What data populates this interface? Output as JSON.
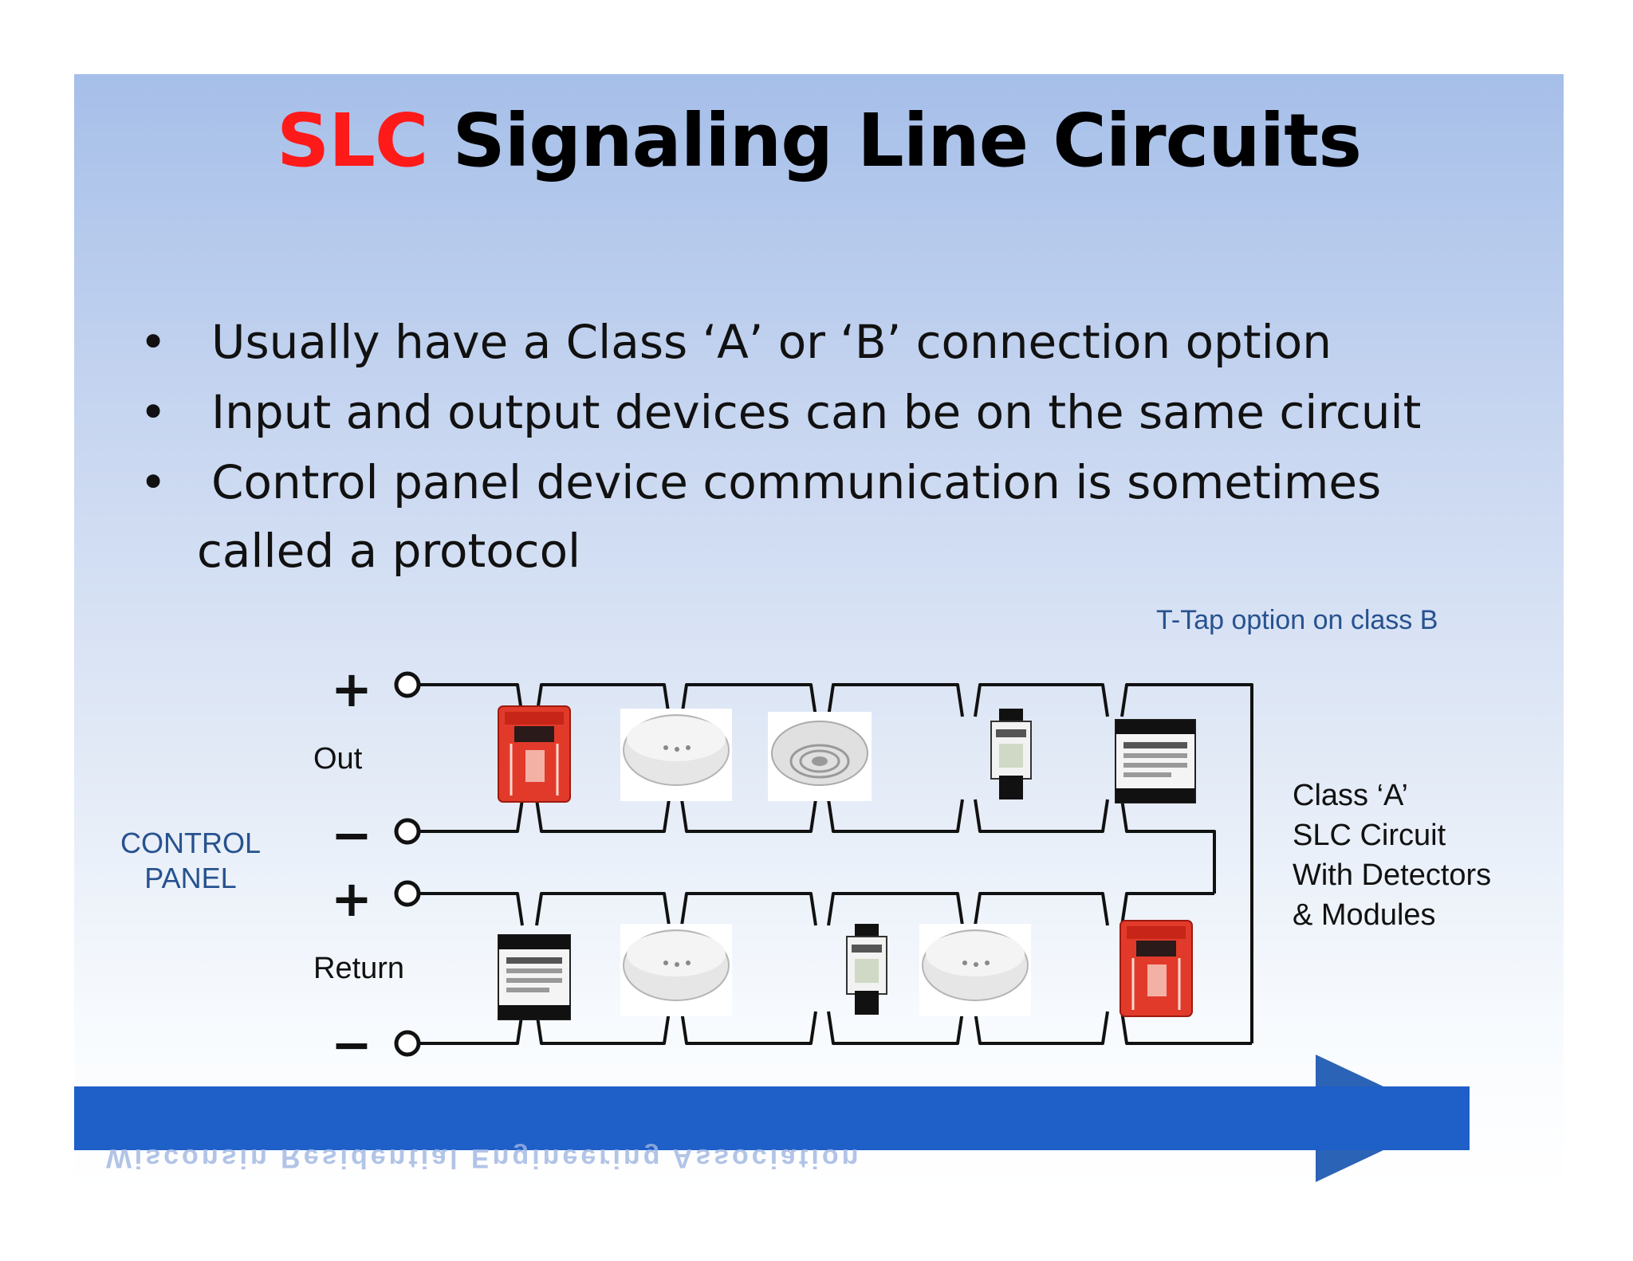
{
  "title": {
    "acronym": "SLC",
    "text": "Signaling Line Circuits"
  },
  "bullets": [
    {
      "text": "Usually have a Class ‘A’ or ‘B’ connection option"
    },
    {
      "text": "Input and output devices can be on the same circuit"
    },
    {
      "text": "Control panel device communication is sometimes",
      "continuation": "called a protocol"
    }
  ],
  "bullet_symbol": "•",
  "diagram": {
    "ttap_note": "T-Tap option on class B",
    "control_panel": [
      "CONTROL",
      "PANEL"
    ],
    "out_label": "Out",
    "return_label": "Return",
    "plus": "+",
    "minus": "−",
    "class_a_label": [
      "Class ‘A’",
      "SLC Circuit",
      "With Detectors",
      "& Modules"
    ]
  },
  "footer_mirrored_text": "Wisconsin Residential Engineering Association",
  "colors": {
    "accent_red": "#ff1a1a",
    "blue_text": "#27528f",
    "footer_blue": "#1e5fc8",
    "pull_station_red": "#e23a2a"
  }
}
